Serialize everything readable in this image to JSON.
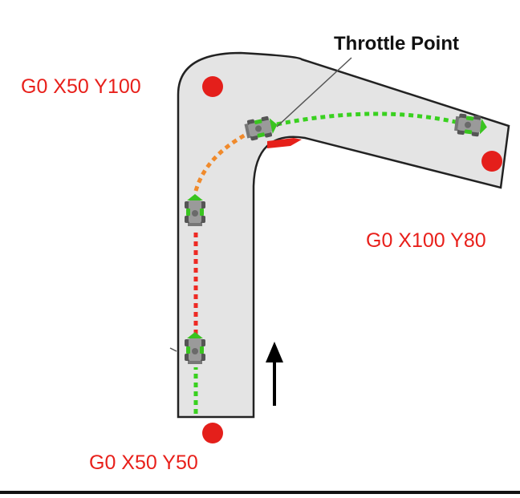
{
  "labels": {
    "throttle_point": "Throttle Point",
    "waypoint_top_left": "G0 X50 Y100",
    "waypoint_right": "G0 X100 Y80",
    "waypoint_bottom": "G0 X50 Y50"
  },
  "colors": {
    "track_fill": "#e4e4e4",
    "track_edge": "#222222",
    "waypoint_dot": "#e41f1b",
    "waypoint_text": "#e8201b",
    "path_braking": "#ee2a24",
    "path_turn_in": "#f08a2c",
    "path_accelerate": "#39d11f",
    "kart_body": "#9a9a9a",
    "kart_accent": "#39c41f",
    "kerb": "#e6201a"
  },
  "icons": {
    "kart": "go-kart-top-view-icon",
    "direction": "up-arrow-icon",
    "waypoint": "red-dot-icon"
  }
}
